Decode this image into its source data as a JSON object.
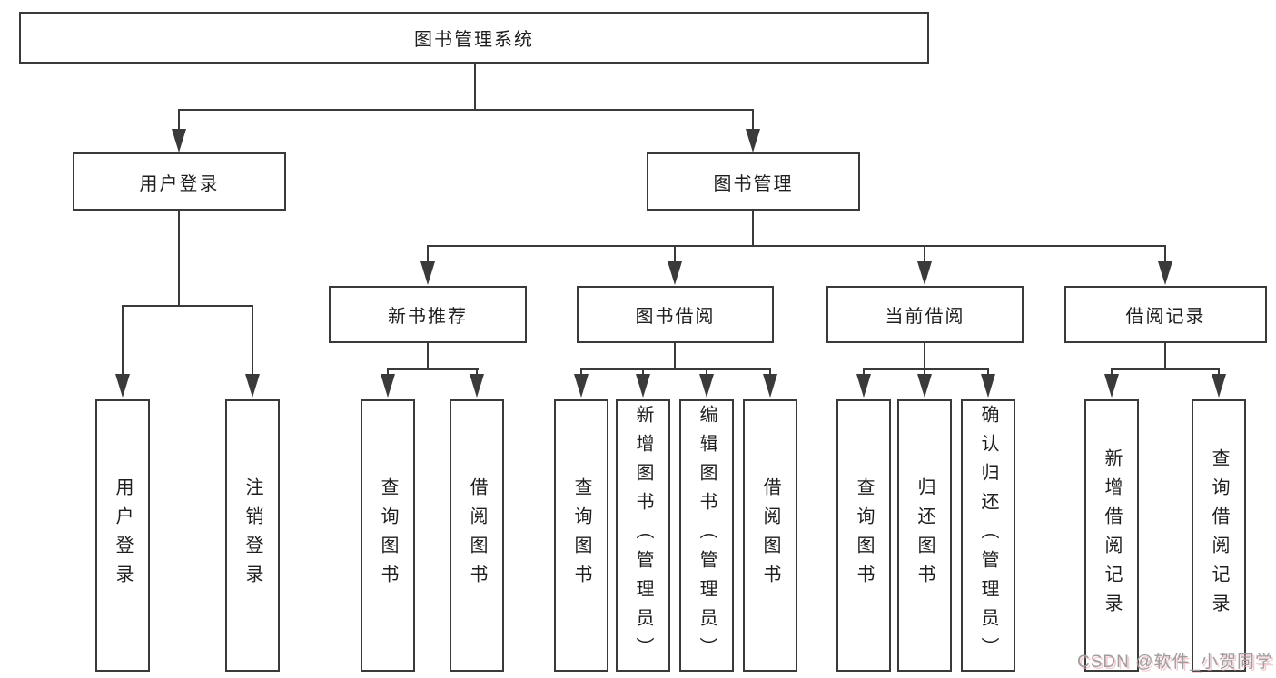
{
  "tree": {
    "label": "图书管理系统",
    "children": [
      {
        "label": "用户登录",
        "children": [
          {
            "label": "用户登录"
          },
          {
            "label": "注销登录"
          }
        ]
      },
      {
        "label": "图书管理",
        "children": [
          {
            "label": "新书推荐",
            "children": [
              {
                "label": "查询图书"
              },
              {
                "label": "借阅图书"
              }
            ]
          },
          {
            "label": "图书借阅",
            "children": [
              {
                "label": "查询图书"
              },
              {
                "label": "新增图书（管理员）"
              },
              {
                "label": "编辑图书（管理员）"
              },
              {
                "label": "借阅图书"
              }
            ]
          },
          {
            "label": "当前借阅",
            "children": [
              {
                "label": "查询图书"
              },
              {
                "label": "归还图书"
              },
              {
                "label": "确认归还（管理员）"
              }
            ]
          },
          {
            "label": "借阅记录",
            "children": [
              {
                "label": "新增借阅记录"
              },
              {
                "label": "查询借阅记录"
              }
            ]
          }
        ]
      }
    ]
  },
  "watermark": {
    "text": "CSDN @软件_小贺同学"
  },
  "colors": {
    "line": "#3a3a3a",
    "text": "#1f1f1f",
    "watermark_gray": "#9e9e9e",
    "watermark_pink": "#f2aab4"
  }
}
